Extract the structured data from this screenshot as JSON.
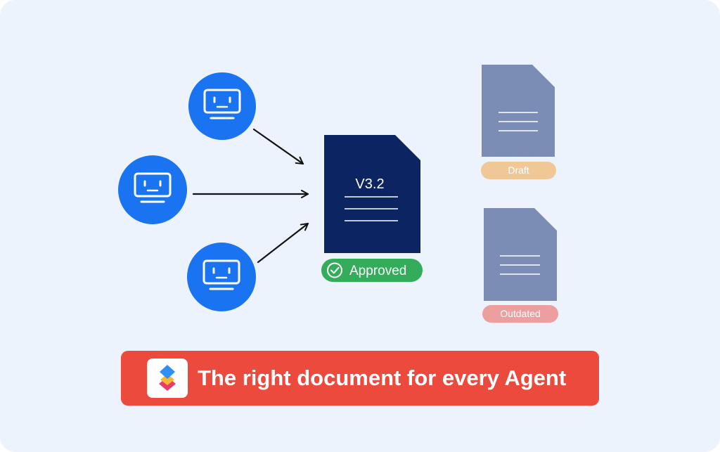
{
  "current_doc": {
    "version": "V3.2",
    "status_label": "Approved"
  },
  "other_docs": [
    {
      "status_label": "Draft",
      "pill_color": "#efc896",
      "text_color": "#ffffff"
    },
    {
      "status_label": "Outdated",
      "pill_color": "#ed9f9f",
      "text_color": "#ffffff"
    }
  ],
  "banner": {
    "text": "The right document for every Agent"
  },
  "colors": {
    "agent_circle": "#1a73f0",
    "approved_doc": "#0c2461",
    "approved_pill": "#33ad5a",
    "muted_doc": "#7c8db5",
    "banner": "#eb4a3d",
    "background": "#ecf3fd"
  },
  "icons": {
    "agent": "robot-monitor-icon",
    "approved_check": "check-circle-icon",
    "logo": "stacked-diamonds-logo"
  }
}
